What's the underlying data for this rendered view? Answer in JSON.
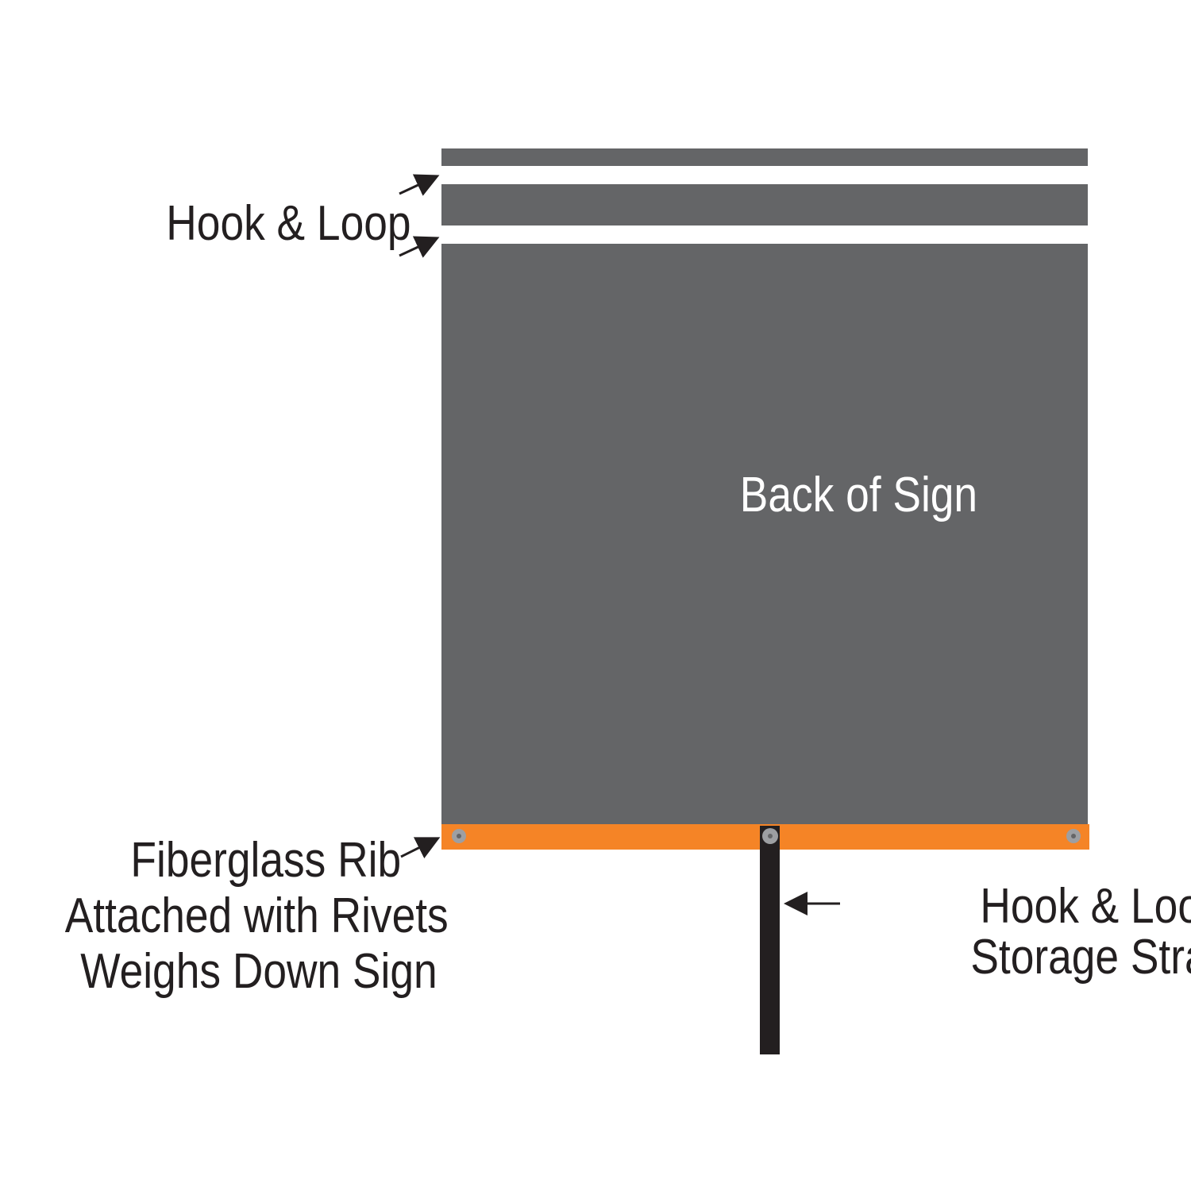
{
  "labels": {
    "back_of_sign": "Back of Sign",
    "hook_loop": "Hook & Loop",
    "rib_line1": "Fiberglass Rib",
    "rib_line2": "Attached with Rivets",
    "rib_line3": "Weighs Down Sign",
    "strap_line1": "Hook & Loop",
    "strap_line2": "Storage Strap"
  },
  "colors": {
    "panel": "#646567",
    "rib": "#f58426",
    "strap": "#231f20",
    "rivet": "#9d9fa2",
    "text": "#231f20",
    "background": "#ffffff"
  }
}
